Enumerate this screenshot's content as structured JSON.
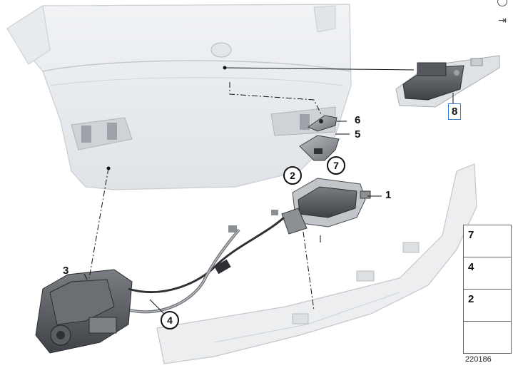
{
  "toolbar": {
    "top_icon": "refresh-icon",
    "right_icon": "arrow-to-end-icon",
    "right_glyph": "⇥"
  },
  "callouts": {
    "part_1": "1",
    "part_2": "2",
    "part_3": "3",
    "part_4": "4",
    "part_5": "5",
    "part_6": "6",
    "part_7": "7",
    "part_8": "8"
  },
  "legend": {
    "items": [
      {
        "number": "7",
        "icon": "torx-bolt-icon"
      },
      {
        "number": "4",
        "icon": "cap-nut-icon"
      },
      {
        "number": "2",
        "icon": "hex-bolt-icon"
      },
      {
        "number": "",
        "icon": "outline-arrow-icon"
      }
    ]
  },
  "footer": {
    "code": "220186"
  },
  "colors": {
    "line": "#111111",
    "part_fill": "#d9dcdf",
    "part_dark": "#4a4d51",
    "highlight": "#2f7fd4"
  }
}
